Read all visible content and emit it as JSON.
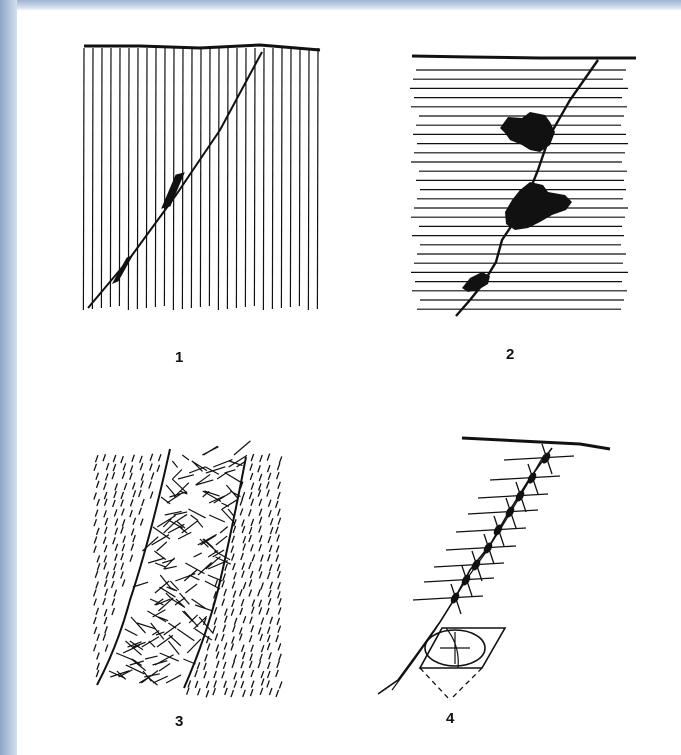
{
  "panels": [
    {
      "id": "1",
      "label": "1"
    },
    {
      "id": "2",
      "label": "2"
    },
    {
      "id": "3",
      "label": "3"
    },
    {
      "id": "4",
      "label": "4"
    }
  ],
  "colors": {
    "ink": "#111111",
    "sidebar": "#a9bcd8",
    "paper": "#ffffff"
  }
}
